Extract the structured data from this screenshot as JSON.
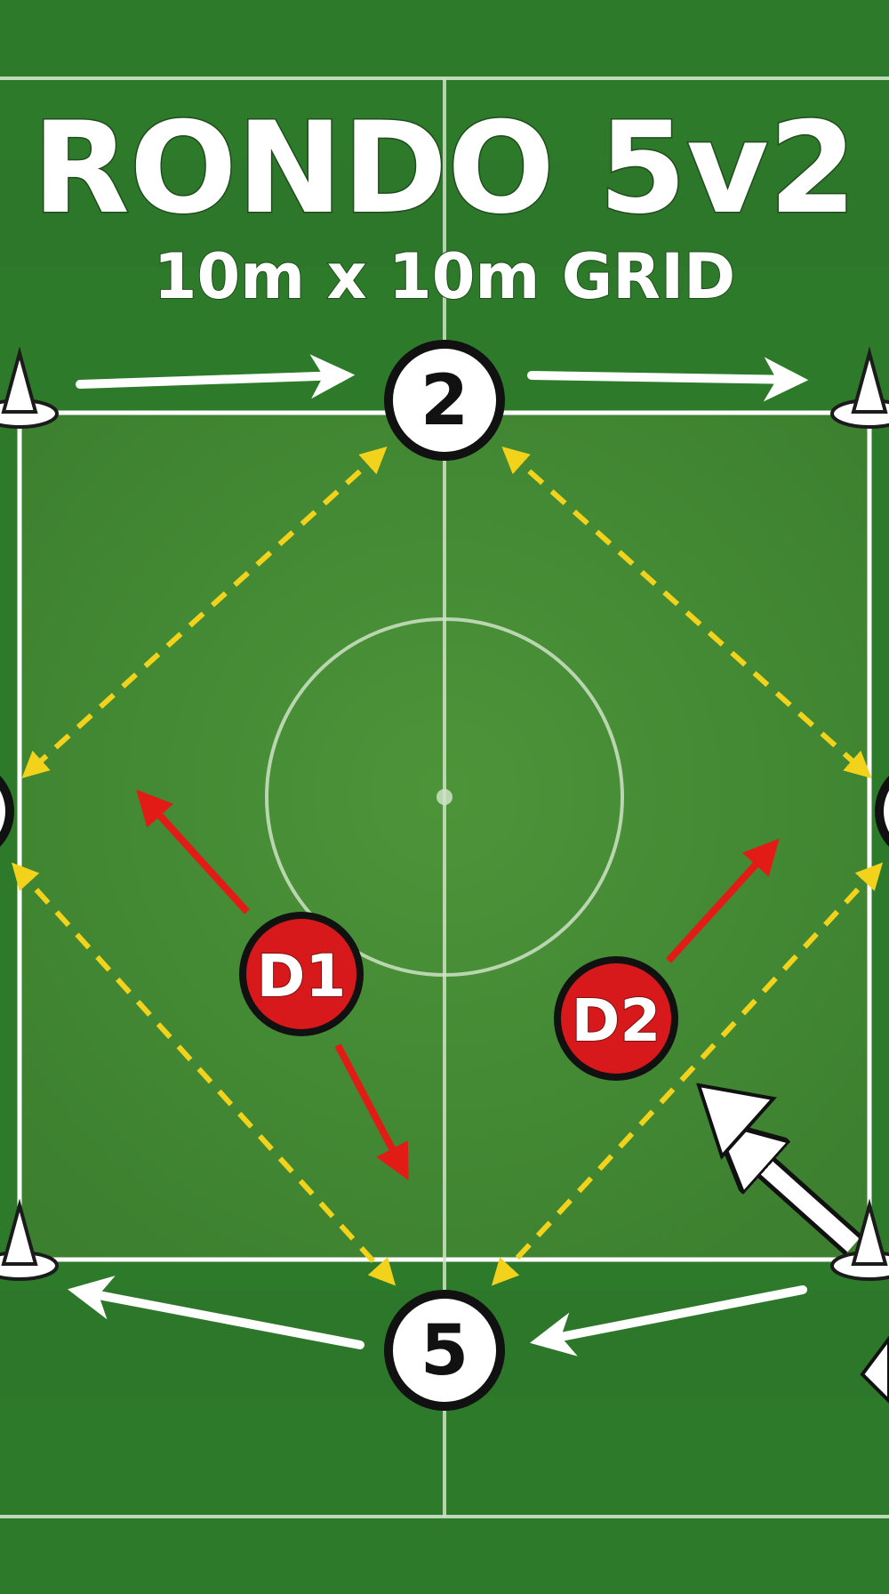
{
  "title": "RONDO 5v2",
  "subtitle": "10m x 10m GRID",
  "colors": {
    "pitch": "#2f7a2c",
    "grid_area": "#44892f",
    "line": "#ffffff",
    "pass": "#f2d21b",
    "defender": "#d7191b",
    "movement_arrow": "#ffffff",
    "pressure_arrow": "#e21b17"
  },
  "attackers": [
    {
      "id": "top",
      "label": "2"
    },
    {
      "id": "bottom",
      "label": "5"
    },
    {
      "id": "left",
      "label": ""
    },
    {
      "id": "right",
      "label": ""
    }
  ],
  "defenders": [
    {
      "id": "d1",
      "label": "D1"
    },
    {
      "id": "d2",
      "label": "D2"
    }
  ],
  "icons": {
    "cone": "cone-icon",
    "pass_arrow": "dashed-pass-arrow",
    "run_arrow": "movement-arrow"
  }
}
